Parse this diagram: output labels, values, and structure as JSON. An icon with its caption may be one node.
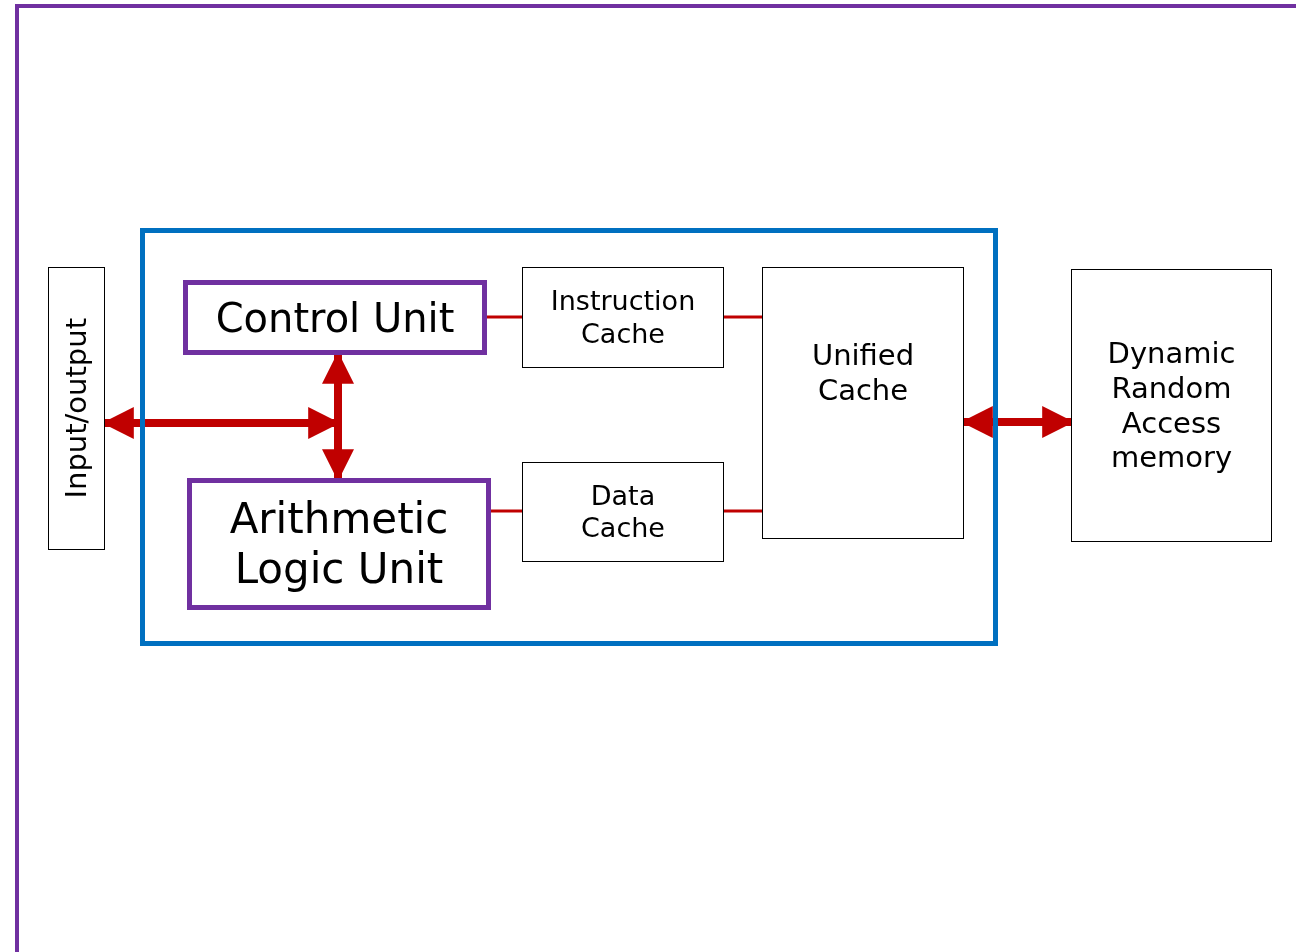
{
  "diagram": {
    "nodes": [
      {
        "text": [],
        "shape": "box"
      },
      {
        "text": [
          "Control Unit"
        ],
        "in": 0
      },
      {
        "text": [
          "Arithmetic Logic Unit"
        ],
        "in": 0
      },
      {
        "text": [
          "Instruction Cache"
        ],
        "in": 0
      },
      {
        "text": [
          "Data Cache"
        ],
        "in": 0
      },
      {
        "text": [
          "Unified Cache"
        ],
        "in": 0
      },
      {
        "text": [
          "Input/output"
        ]
      },
      {
        "text": [
          "Dynamic Random Access memory"
        ]
      }
    ],
    "edges": [
      {
        "from": 1,
        "to": 3,
        "arrow": "none"
      },
      {
        "from": 2,
        "to": 4,
        "arrow": "none"
      },
      {
        "from": 3,
        "to": 5,
        "arrow": "none"
      },
      {
        "from": 4,
        "to": 5,
        "arrow": "none"
      },
      {
        "from": 5,
        "to": 7,
        "arrow": "both",
        "style": "thick"
      },
      {
        "from": 6,
        "to": null,
        "arrow": "both",
        "style": "thick"
      },
      {
        "from": 1,
        "to": 2,
        "arrow": "both",
        "style": "thick"
      }
    ]
  }
}
